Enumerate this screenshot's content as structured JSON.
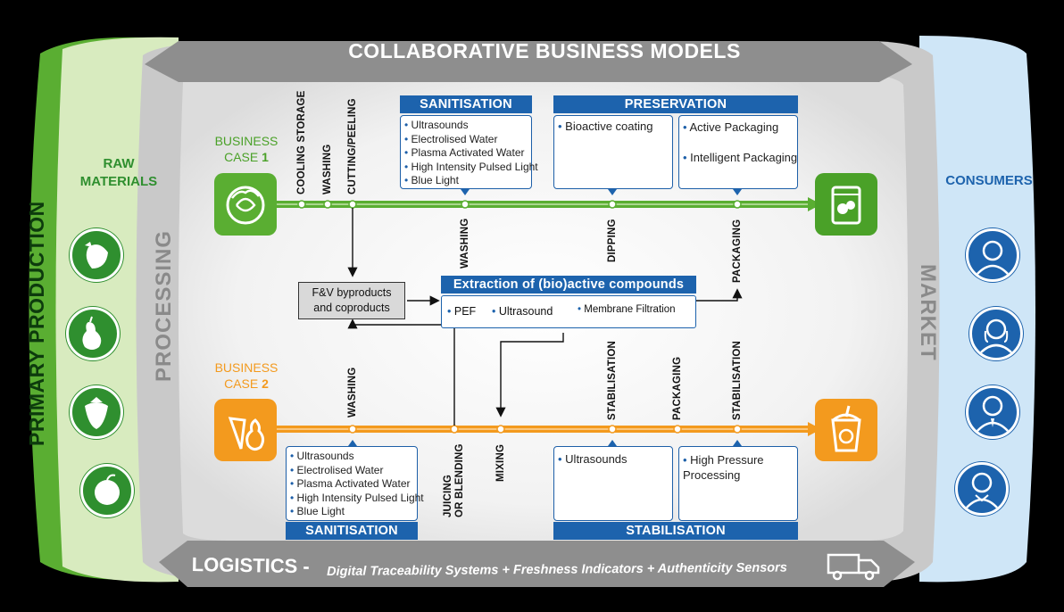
{
  "top_banner": "COLLABORATIVE BUSINESS MODELS",
  "left_band": "PRIMARY PRODUCTION",
  "raw_materials": "RAW\nMATERIALS",
  "processing": "PROCESSING",
  "market": "MARKET",
  "consumers": "CONSUMERS",
  "logistics_title": "LOGISTICS -",
  "logistics_detail": "Digital Traceability Systems + Freshness Indicators + Authenticity Sensors",
  "business_case_1": {
    "line1": "BUSINESS",
    "line2": "CASE",
    "num": "1"
  },
  "business_case_2": {
    "line1": "BUSINESS",
    "line2": "CASE",
    "num": "2"
  },
  "case1_steps": [
    "COOLING STORAGE",
    "WASHING",
    "CUTTING/PEELING"
  ],
  "case1_lower_steps": [
    "WASHING",
    "DIPPING",
    "PACKAGING"
  ],
  "sanitisation_top": {
    "header": "SANITISATION",
    "items": [
      "Ultrasounds",
      "Electrolised Water",
      "Plasma Activated Water",
      "High Intensity Pulsed Light",
      "Blue Light"
    ]
  },
  "preservation": {
    "header": "PRESERVATION",
    "left": [
      "Bioactive coating"
    ],
    "right": [
      "Active Packaging",
      "Intelligent Packaging"
    ]
  },
  "byproducts": "F&V byproducts\nand coproducts",
  "extraction": {
    "header": "Extraction of (bio)active compounds",
    "items": [
      "PEF",
      "Ultrasound",
      "Membrane Filtration"
    ]
  },
  "case2_steps_upper": [
    "WASHING",
    "STABILISATION",
    "PACKAGING",
    "STABILISATION"
  ],
  "case2_steps_lower": [
    "JUICING\nOR BLENDING",
    "MIXING"
  ],
  "sanitisation_bottom": {
    "header": "SANITISATION",
    "items": [
      "Ultrasounds",
      "Electrolised Water",
      "Plasma Activated Water",
      "High Intensity Pulsed Light",
      "Blue Light"
    ]
  },
  "stabilisation": {
    "header": "STABILISATION",
    "left": [
      "Ultrasounds"
    ],
    "right": [
      "High Pressure\nProcessing"
    ]
  },
  "colors": {
    "green": "#5aae32",
    "orange": "#f39a1e",
    "blue": "#1d63ad",
    "light_green": "#d9ecc0",
    "light_blue": "#cfe6f7",
    "dark_green": "#2f8f2f"
  },
  "icons": {
    "raw": [
      "strawberry-icon",
      "pear-icon",
      "strawberry-icon",
      "apple-icon"
    ],
    "consumers": [
      "man-icon",
      "woman-icon",
      "man-tie-icon",
      "woman-scarf-icon"
    ],
    "case1_start": "lettuce-icon",
    "case1_end": "salad-bag-icon",
    "case2_start": "carrot-pear-icon",
    "case2_end": "smoothie-cup-icon",
    "truck": "truck-icon"
  }
}
